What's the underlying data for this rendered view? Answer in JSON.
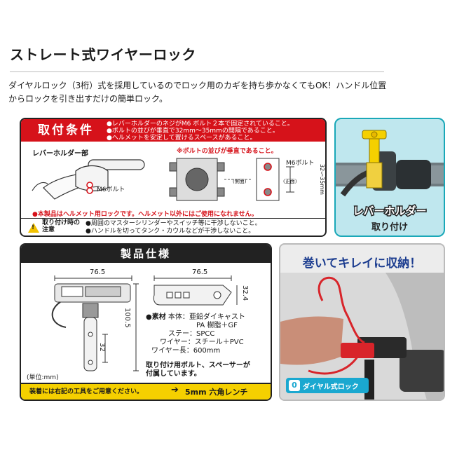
{
  "page": {
    "title": "ストレート式ワイヤーロック",
    "description": "ダイヤルロック（3桁）式を採用しているのでロック用のカギを持ち歩かなくてもOK！ハンドル位置からロックを引き出すだけの簡単ロック。"
  },
  "conditions": {
    "heading": "取付条件",
    "items": [
      "●レバーホルダーのネジがM6 ボルト２本で固定されていること。",
      "●ボルトの並びが垂直で32mm〜35mmの間隔であること。",
      "●ヘルメットを安定して置けるスペースがあること。"
    ],
    "lever_holder_label": "レバーホルダー部",
    "m6_label_left": "M6ボルト",
    "vertical_note": "※ボルトの並びが垂直であること。",
    "side_label": "(側面)",
    "front_label": "(正面)",
    "m6_label_right": "M6ボルト",
    "range_label": "32〜35mm",
    "helmet_warning": "●本製品はヘルメット用ロックです。ヘルメット以外にはご使用になれません。",
    "caution_label": "取り付け時の注意",
    "cautions": [
      "●周囲のマスターシリンダーやスイッチ等に干渉しないこと。",
      "●ハンドルを切ってタンク・カウルなどが干渉しないこと。"
    ]
  },
  "lever_panel": {
    "line1": "レバーホルダー",
    "line2": "取り付け"
  },
  "specs": {
    "heading": "製品仕様",
    "dim_width_front": "76.5",
    "dim_width_top": "76.5",
    "dim_height": "100.5",
    "dim_stay": "32",
    "dim_depth": "32.4",
    "unit": "(単位:mm)",
    "materials": {
      "label": "●素材",
      "body_key": "本体：",
      "body_val": "亜鉛ダイキャスト",
      "body_val2": "PA 樹脂＋GF",
      "stay_key": "ステー：",
      "stay_val": "SPCC",
      "wire_key": "ワイヤー：",
      "wire_val": "スチール＋PVC",
      "length_key": "ワイヤー長：",
      "length_val": "600mm"
    },
    "bolt_note_1": "取り付け用ボルト、スペーサーが",
    "bolt_note_2": "付属しています。",
    "tool_note": "装着には右記の工具をご用意ください。",
    "tool_arrow": "➔",
    "tool_name": "5mm 六角レンチ"
  },
  "stow_panel": {
    "title": "巻いてキレイに収納！",
    "badge_icon": "0",
    "badge_text": "ダイヤル式ロック"
  }
}
